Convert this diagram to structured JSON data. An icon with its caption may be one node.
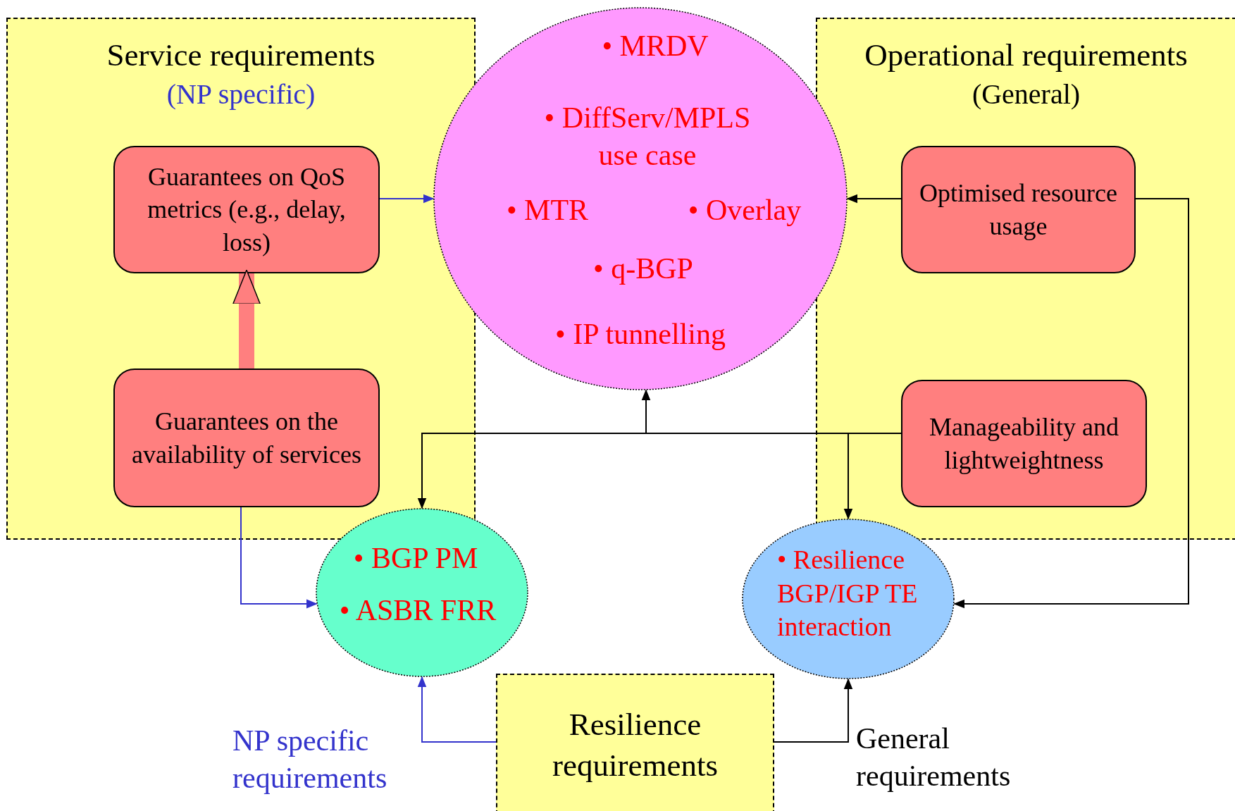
{
  "diagram": {
    "nodes": [
      {
        "text": [
          "Service requirements",
          "(NP specific)"
        ]
      },
      {
        "text": [
          "Guarantees on QoS metrics (e.g., delay, loss)"
        ],
        "in": 0
      },
      {
        "text": [
          "Guarantees on the availability of services"
        ],
        "in": 0
      },
      {
        "text": [
          "Operational requirements",
          "(General)"
        ]
      },
      {
        "text": [
          "Optimised resource usage"
        ],
        "in": 3
      },
      {
        "text": [
          "Manageability and lightweightness"
        ],
        "in": 3
      },
      {
        "text": [
          "• MRDV",
          "• DiffServ/MPLS use case",
          "• MTR",
          "• Overlay",
          "• q-BGP",
          "• IP tunnelling"
        ]
      },
      {
        "text": [
          "• BGP PM",
          "• ASBR FRR"
        ]
      },
      {
        "text": [
          "• Resilience BGP/IGP TE interaction"
        ]
      },
      {
        "text": [
          "Resilience requirements"
        ]
      }
    ],
    "edges": [
      {
        "from": 1,
        "to": 6,
        "arrow": "to",
        "color": "#3333cc"
      },
      {
        "from": 2,
        "to": 1,
        "arrow": "to",
        "style": "thick",
        "color": "#ff7f7f"
      },
      {
        "from": 4,
        "to": 6,
        "arrow": "to"
      },
      {
        "from": 4,
        "to": 8,
        "arrow": "to"
      },
      {
        "from": 5,
        "to": 6,
        "arrow": "to"
      },
      {
        "from": 5,
        "to": 7,
        "arrow": "to"
      },
      {
        "from": 5,
        "to": 8,
        "arrow": "to"
      },
      {
        "from": 2,
        "to": 7,
        "arrow": "to",
        "color": "#3333cc"
      },
      {
        "from": 9,
        "to": 7,
        "arrow": "to",
        "label": "NP specific requirements",
        "color": "#3333cc"
      },
      {
        "from": 9,
        "to": 8,
        "arrow": "to",
        "label": "General requirements"
      }
    ]
  }
}
